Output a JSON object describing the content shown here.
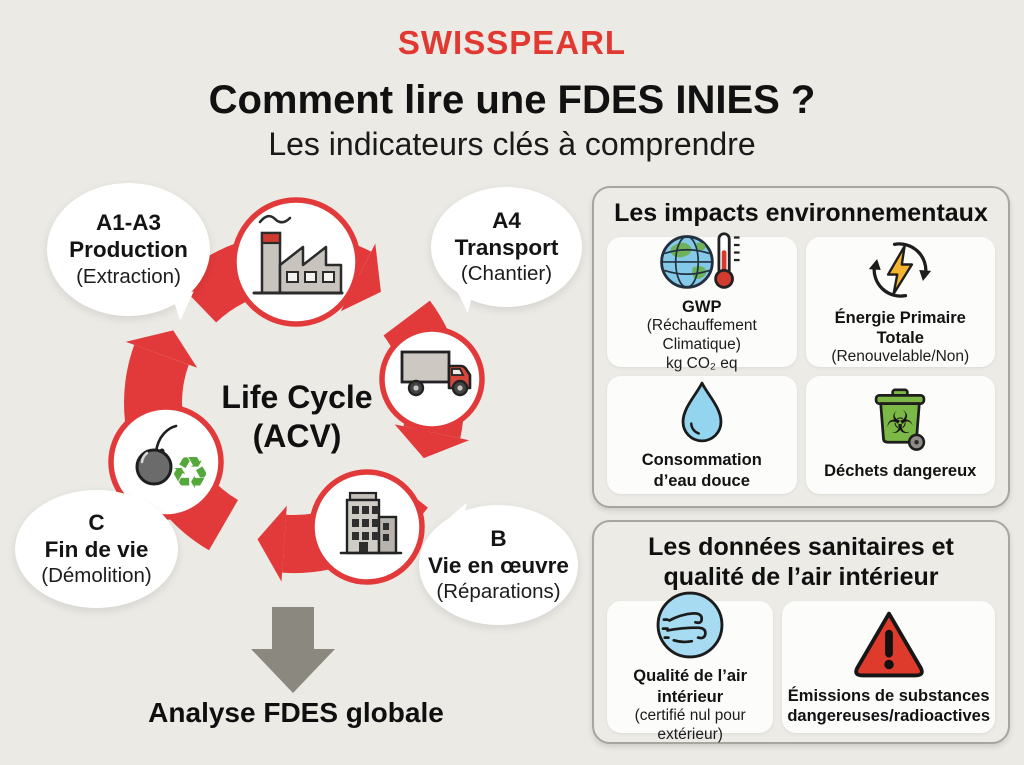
{
  "brand": "SWISSPEARL",
  "header": {
    "title": "Comment lire une FDES INIES ?",
    "subtitle": "Les indicateurs clés à comprendre"
  },
  "cycle": {
    "center_line1": "Life Cycle",
    "center_line2": "(ACV)",
    "stages": {
      "production": {
        "code": "A1-A3",
        "name": "Production",
        "detail": "(Extraction)",
        "icon": "factory-icon"
      },
      "transport": {
        "code": "A4",
        "name": "Transport",
        "detail": "(Chantier)",
        "icon": "truck-icon"
      },
      "use": {
        "code": "B",
        "name": "Vie en œuvre",
        "detail": "(Réparations)",
        "icon": "building-icon"
      },
      "end_of_life": {
        "code": "C",
        "name": "Fin de vie",
        "detail": "(Démolition)",
        "icon": "wrecking-ball-recycle-icon"
      }
    },
    "conclusion": "Analyse FDES globale"
  },
  "panels": {
    "environmental": {
      "title": "Les impacts environnementaux",
      "cards": {
        "gwp": {
          "title": "GWP",
          "sub1": "(Réchauffement Climatique)",
          "sub2": "kg CO₂ eq",
          "icon": "globe-thermometer-icon"
        },
        "energy": {
          "title": "Énergie Primaire Totale",
          "sub1": "(Renouvelable/Non)",
          "icon": "renewable-energy-icon"
        },
        "water": {
          "title": "Consommation d’eau douce",
          "icon": "water-drop-icon"
        },
        "waste": {
          "title": "Déchets dangereux",
          "icon": "hazardous-waste-bin-icon"
        }
      }
    },
    "health": {
      "title_line1": "Les données sanitaires et",
      "title_line2": "qualité de l’air intérieur",
      "cards": {
        "air": {
          "title": "Qualité de l’air intérieur",
          "sub1": "(certifié nul pour extérieur)",
          "icon": "indoor-air-quality-icon"
        },
        "emissions": {
          "title_line1": "Émissions de substances",
          "title_line2": "dangereuses/radioactives",
          "icon": "warning-triangle-icon"
        }
      }
    }
  },
  "icons": {
    "recycle_glyph": "♻",
    "biohazard_glyph": "☣"
  },
  "colors": {
    "background": "#eceae5",
    "accent_red": "#e23a3a",
    "brand_red": "#e23832",
    "arrow_gray": "#8b897f",
    "card_bg": "#fcfcfb",
    "water_blue": "#93d5ef",
    "air_blue": "#a6dbf2",
    "bin_green": "#7cb845",
    "recycle_green": "#55a83a",
    "bolt_yellow": "#f4b42d",
    "warning_red": "#de3b2c"
  }
}
